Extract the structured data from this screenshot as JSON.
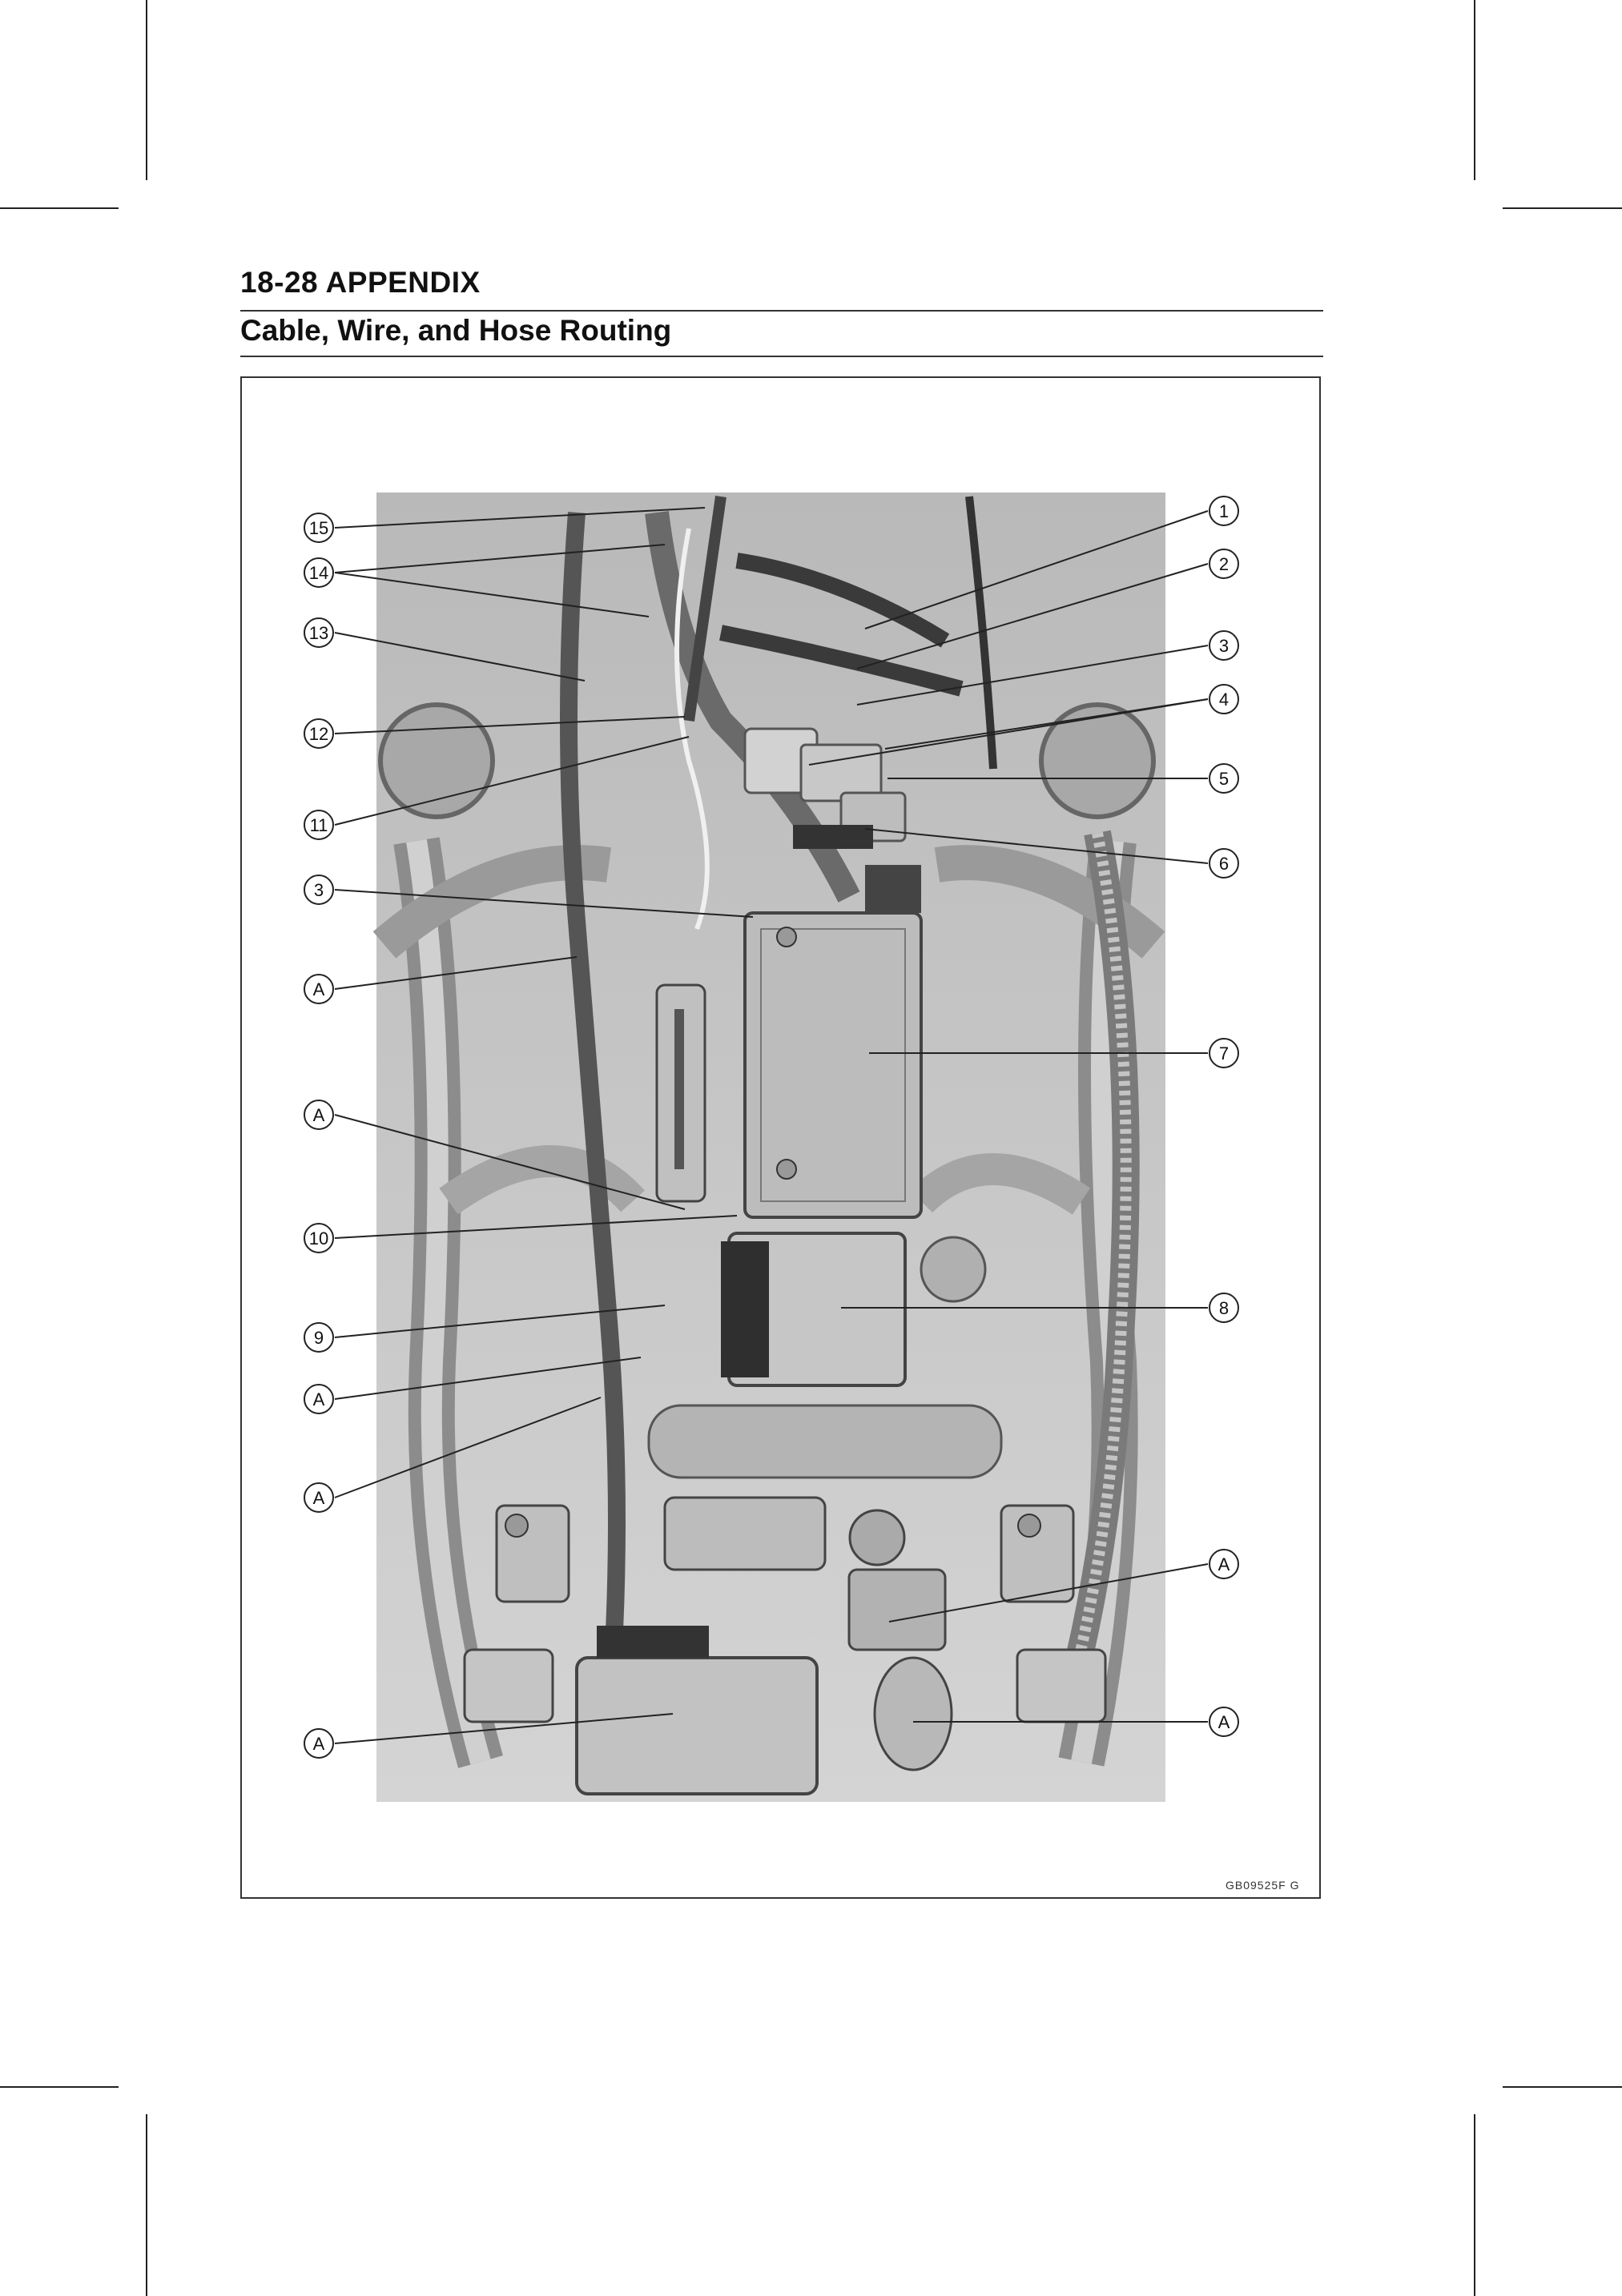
{
  "header": {
    "title": "18-28 APPENDIX",
    "subtitle": "Cable, Wire, and Hose Routing"
  },
  "figure": {
    "code": "GB09525F  G",
    "callouts_left": [
      "15",
      "14",
      "13",
      "12",
      "11",
      "3",
      "A",
      "A",
      "10",
      "9",
      "A",
      "A",
      "A"
    ],
    "callouts_right": [
      "1",
      "2",
      "3",
      "4",
      "5",
      "6",
      "7",
      "8",
      "A",
      "A"
    ]
  }
}
